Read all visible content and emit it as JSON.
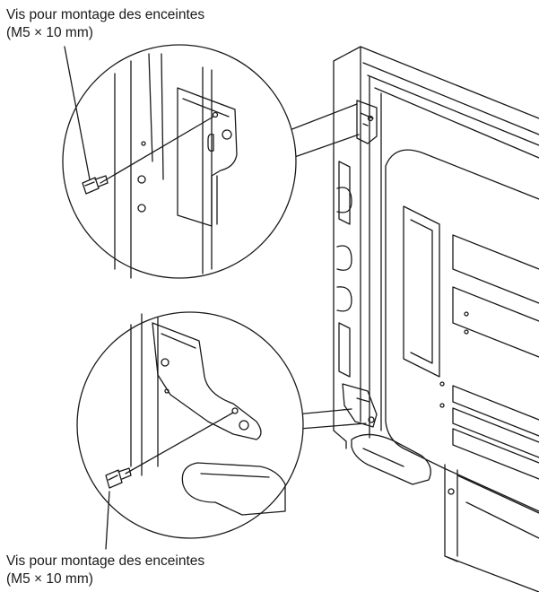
{
  "callouts": {
    "top": {
      "line1": "Vis pour montage des enceintes",
      "line2": "(M5 × 10 mm)"
    },
    "bottom": {
      "line1": "Vis pour montage des enceintes",
      "line2": "(M5 × 10 mm)"
    }
  },
  "colors": {
    "line": "#1a1a1a",
    "shade": "#d9d9d9",
    "background": "#ffffff"
  }
}
